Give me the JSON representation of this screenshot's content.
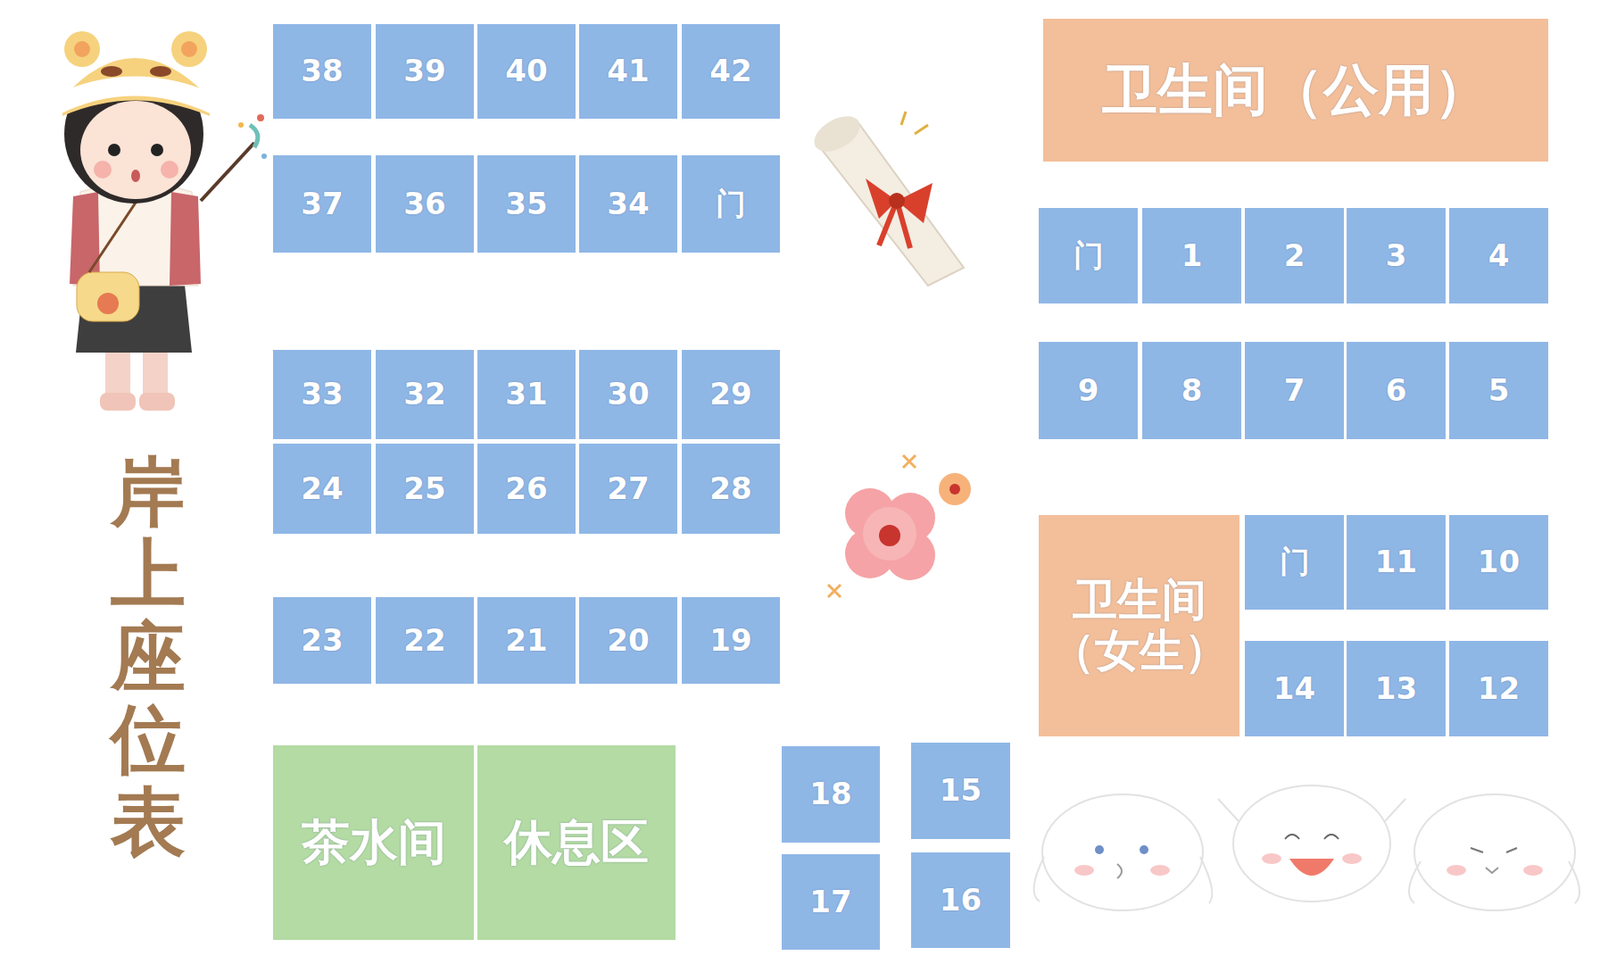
{
  "diagram": {
    "title": "岸上座位表",
    "nodes": [
      {
        "text": [
          "38"
        ]
      },
      {
        "text": [
          "39"
        ]
      },
      {
        "text": [
          "40"
        ]
      },
      {
        "text": [
          "41"
        ]
      },
      {
        "text": [
          "42"
        ]
      },
      {
        "text": [
          "卫生间（公用）"
        ]
      },
      {
        "text": [
          "37"
        ]
      },
      {
        "text": [
          "36"
        ]
      },
      {
        "text": [
          "35"
        ]
      },
      {
        "text": [
          "34"
        ]
      },
      {
        "text": [
          "门"
        ]
      },
      {
        "text": [
          "门"
        ]
      },
      {
        "text": [
          "1"
        ]
      },
      {
        "text": [
          "2"
        ]
      },
      {
        "text": [
          "3"
        ]
      },
      {
        "text": [
          "4"
        ]
      },
      {
        "text": [
          "9"
        ]
      },
      {
        "text": [
          "8"
        ]
      },
      {
        "text": [
          "7"
        ]
      },
      {
        "text": [
          "6"
        ]
      },
      {
        "text": [
          "5"
        ]
      },
      {
        "text": [
          "33"
        ]
      },
      {
        "text": [
          "32"
        ]
      },
      {
        "text": [
          "31"
        ]
      },
      {
        "text": [
          "30"
        ]
      },
      {
        "text": [
          "29"
        ]
      },
      {
        "text": [
          "24"
        ]
      },
      {
        "text": [
          "25"
        ]
      },
      {
        "text": [
          "26"
        ]
      },
      {
        "text": [
          "27"
        ]
      },
      {
        "text": [
          "28"
        ]
      },
      {
        "text": [
          "卫生间 （女生）"
        ]
      },
      {
        "text": [
          "门"
        ]
      },
      {
        "text": [
          "11"
        ]
      },
      {
        "text": [
          "10"
        ]
      },
      {
        "text": [
          "14"
        ]
      },
      {
        "text": [
          "13"
        ]
      },
      {
        "text": [
          "12"
        ]
      },
      {
        "text": [
          "23"
        ]
      },
      {
        "text": [
          "22"
        ]
      },
      {
        "text": [
          "21"
        ]
      },
      {
        "text": [
          "20"
        ]
      },
      {
        "text": [
          "19"
        ]
      },
      {
        "text": [
          "茶水间"
        ]
      },
      {
        "text": [
          "休息区"
        ]
      },
      {
        "text": [
          "18"
        ]
      },
      {
        "text": [
          "15"
        ]
      },
      {
        "text": [
          "17"
        ]
      },
      {
        "text": [
          "16"
        ]
      }
    ]
  }
}
